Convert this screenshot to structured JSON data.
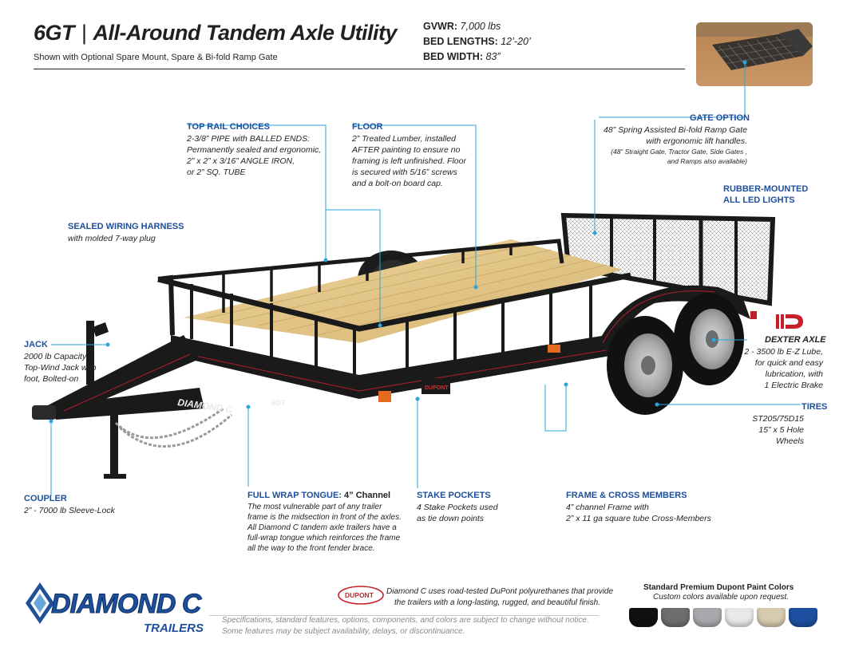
{
  "header": {
    "model": "6GT",
    "separator": "|",
    "name": "All-Around Tandem Axle Utility",
    "subtitle": "Shown with Optional Spare Mount, Spare & Bi-fold Ramp Gate"
  },
  "specs": {
    "gvwr_label": "GVWR:",
    "gvwr_value": "7,000 lbs",
    "bed_lengths_label": "BED LENGTHS:",
    "bed_lengths_value": "12’-20’",
    "bed_width_label": "BED WIDTH:",
    "bed_width_value": "83”"
  },
  "callouts": {
    "top_rail": {
      "label": "TOP RAIL CHOICES",
      "lines": [
        "2-3/8” PIPE with BALLED ENDS:",
        "Permanently sealed and ergonomic,",
        "2” x 2” x 3/16” ANGLE IRON,",
        "or 2” SQ. TUBE"
      ]
    },
    "floor": {
      "label": "FLOOR",
      "lines": [
        "2” Treated Lumber, installed",
        "AFTER painting to ensure no",
        "framing is left unfinished. Floor",
        "is secured with 5/16” screws",
        "and a bolt-on board cap."
      ]
    },
    "gate": {
      "label": "GATE OPTION",
      "lines": [
        "48” Spring Assisted Bi-fold Ramp Gate",
        "with ergonomic lift handles."
      ],
      "small_lines": [
        "(48” Straight Gate, Tractor Gate, Side Gates ,",
        "and Ramps also available)"
      ]
    },
    "lights": {
      "label_1": "RUBBER-MOUNTED",
      "label_2": "ALL LED LIGHTS"
    },
    "wiring": {
      "label": "SEALED WIRING HARNESS",
      "desc": "with molded 7-way plug"
    },
    "jack": {
      "label": "JACK",
      "lines": [
        "2000 lb Capacity",
        "Top-Wind Jack with",
        "foot, Bolted-on"
      ]
    },
    "axle": {
      "label": "DEXTER AXLE",
      "lines": [
        "2 - 3500 lb E-Z Lube,",
        "for quick and easy",
        "lubrication, with",
        "1 Electric Brake"
      ]
    },
    "tires": {
      "label": "TIRES",
      "lines": [
        "ST205/75D15",
        "15” x 5 Hole Wheels"
      ]
    },
    "coupler": {
      "label": "COUPLER",
      "desc": "2” - 7000 lb Sleeve-Lock"
    },
    "tongue": {
      "label": "FULL WRAP TONGUE:",
      "label_extra": "4” Channel",
      "lines": [
        "The most vulnerable part of any trailer",
        "frame is the midsection in front of the axles.",
        "All Diamond C tandem axle trailers have a",
        "full-wrap tongue which reinforces the frame",
        "all the way to the front fender brace."
      ]
    },
    "stake": {
      "label": "STAKE POCKETS",
      "lines": [
        "4 Stake Pockets used",
        "as tie down points"
      ]
    },
    "frame": {
      "label": "FRAME & CROSS MEMBERS",
      "lines": [
        "4” channel Frame with",
        "2” x 11 ga square tube Cross-Members"
      ]
    }
  },
  "trailer_decals": {
    "brand": "DIAMOND C",
    "model": "6GT",
    "fender_mark": "DUPONT"
  },
  "footer": {
    "logo_main": "DIAMOND C",
    "logo_sub": "TRAILERS",
    "dupont_logo": "DUPONT",
    "dupont_lines": [
      "Diamond C uses road-tested DuPont polyurethanes that provide",
      "the trailers with a long-lasting, rugged, and beautiful finish."
    ],
    "disclaimer_lines": [
      "Specifications, standard features, options, components, and colors are subject to change without notice.",
      "Some features may be subject availability, delays, or discontinuance."
    ],
    "paint_title": "Standard Premium Dupont Paint Colors",
    "paint_sub": "Custom colors available upon request.",
    "swatches": [
      "#111111",
      "#6d6e70",
      "#a7a9ac",
      "#e9e9ea",
      "#d7cbb0",
      "#1f4fa1"
    ]
  },
  "colors": {
    "accent_blue": "#1d4f9a",
    "leader_blue": "#2aa6dc",
    "trailer_black": "#1b1a1a",
    "wood": "#e2c68a"
  }
}
